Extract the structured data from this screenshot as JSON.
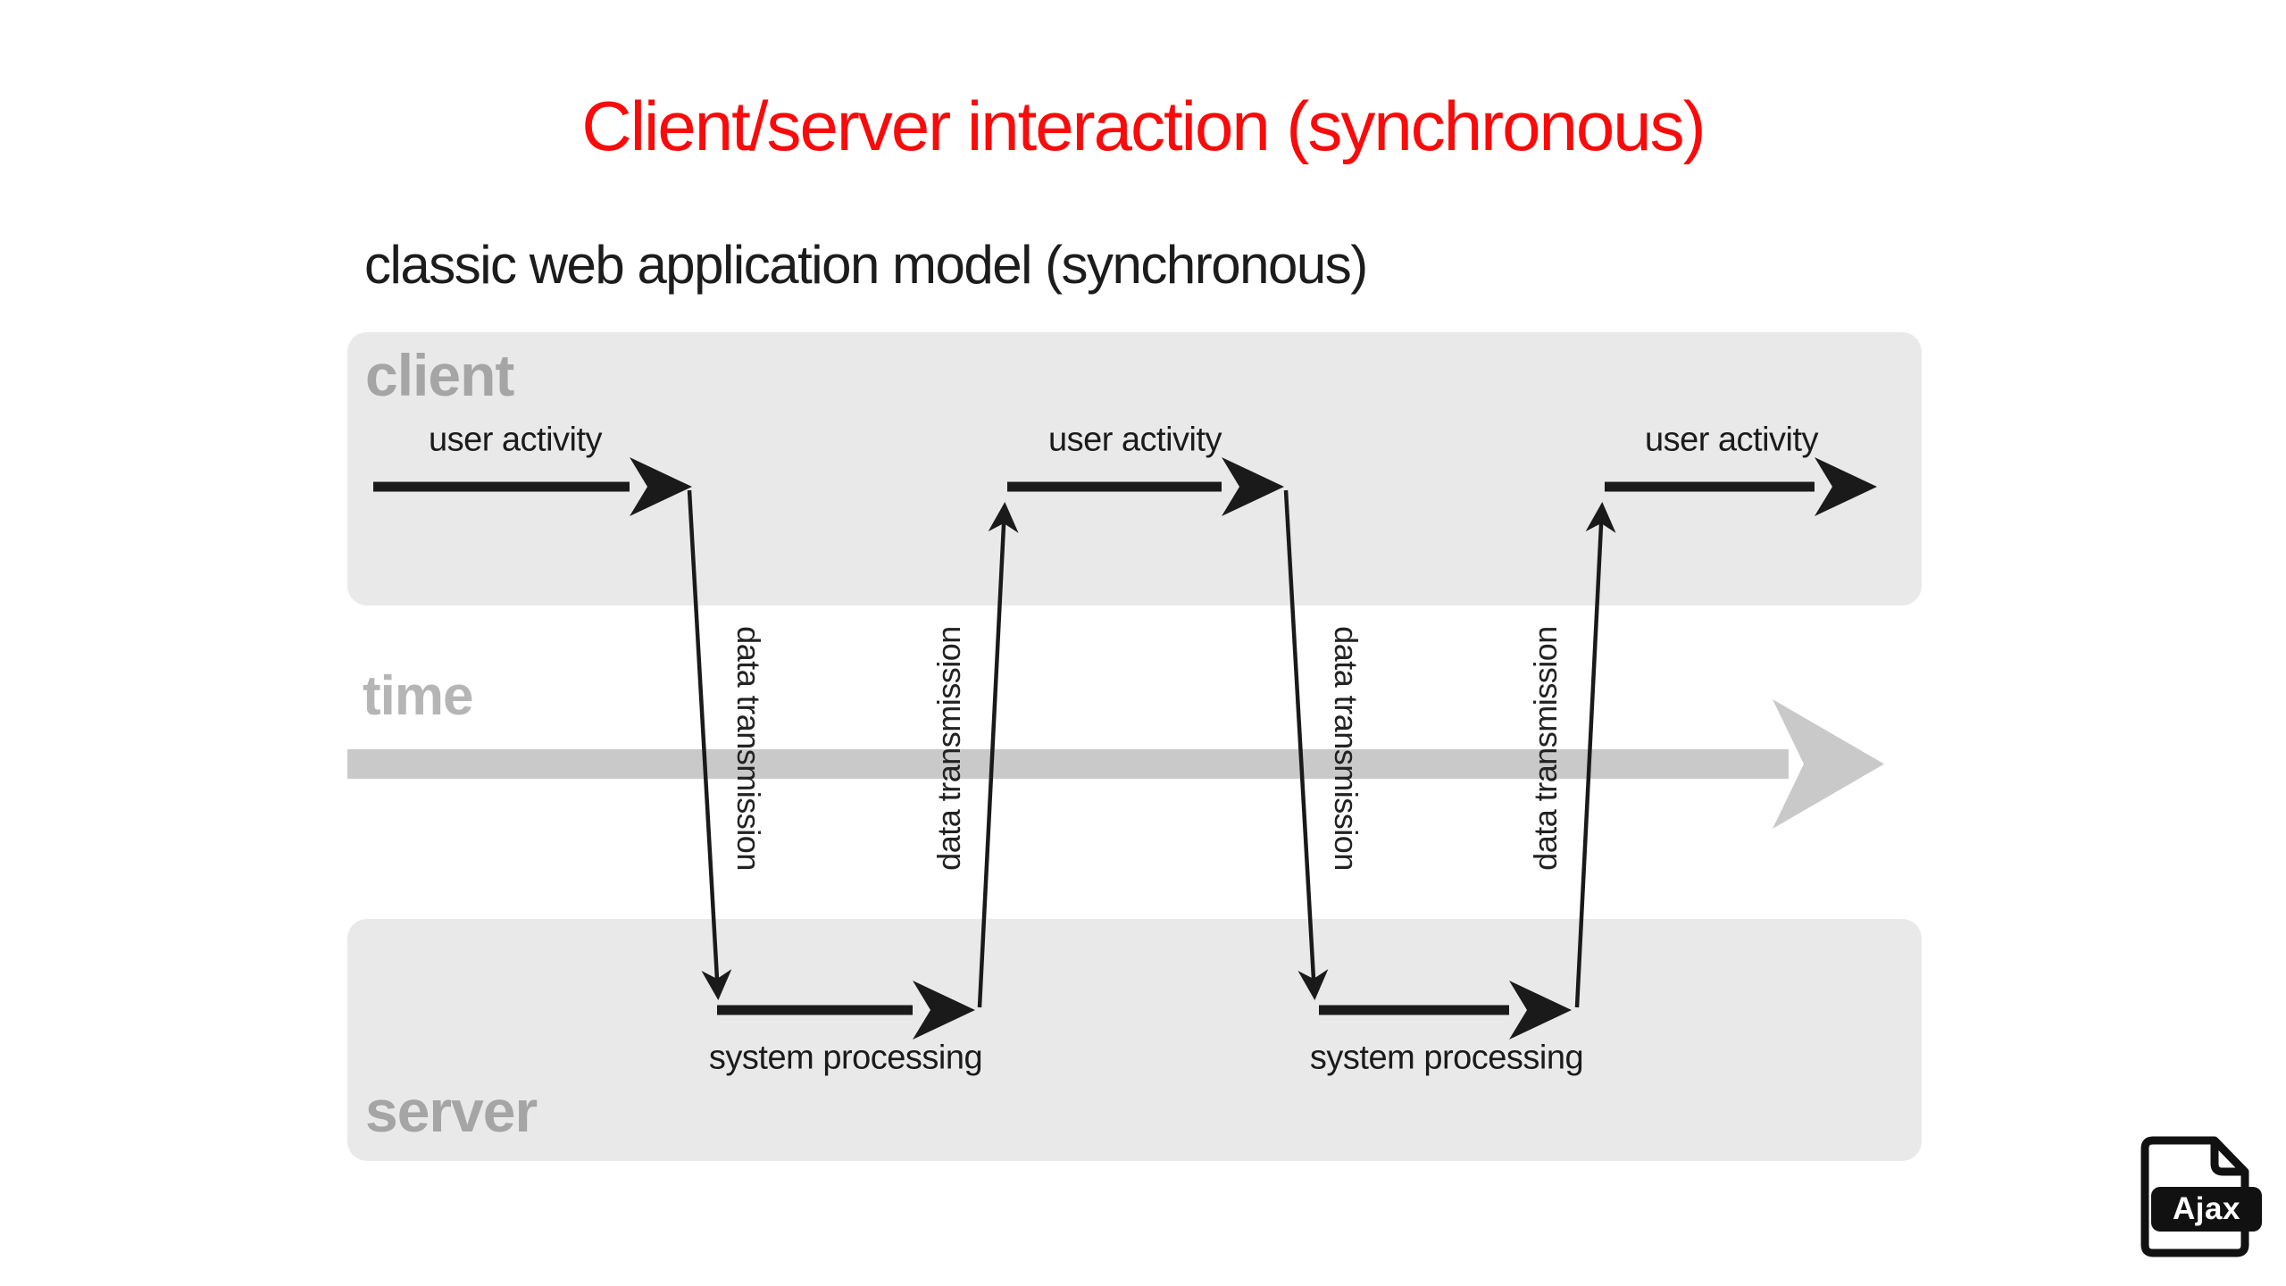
{
  "slide": {
    "title": "Client/server interaction (synchronous)",
    "title_color": "#fa0a0a"
  },
  "diagram": {
    "subtitle": "classic web application model (synchronous)",
    "bands": {
      "client_label": "client",
      "server_label": "server",
      "time_label": "time",
      "band_color": "#e9e9e9",
      "band_label_color": "#a5a5a5",
      "time_label_color": "#b5b5b5",
      "time_arrow_color": "#c9c9c9",
      "arrow_color": "#1a1a1a"
    },
    "client_arrows": [
      {
        "label": "user activity"
      },
      {
        "label": "user activity"
      },
      {
        "label": "user activity"
      }
    ],
    "server_arrows": [
      {
        "label": "system processing"
      },
      {
        "label": "system processing"
      }
    ],
    "transmissions": [
      {
        "label": "data transmission",
        "direction": "down"
      },
      {
        "label": "data transmission",
        "direction": "up"
      },
      {
        "label": "data transmission",
        "direction": "down"
      },
      {
        "label": "data transmission",
        "direction": "up"
      }
    ]
  },
  "badge": {
    "label": "Ajax",
    "background": "#111111",
    "text_color": "#ffffff"
  }
}
